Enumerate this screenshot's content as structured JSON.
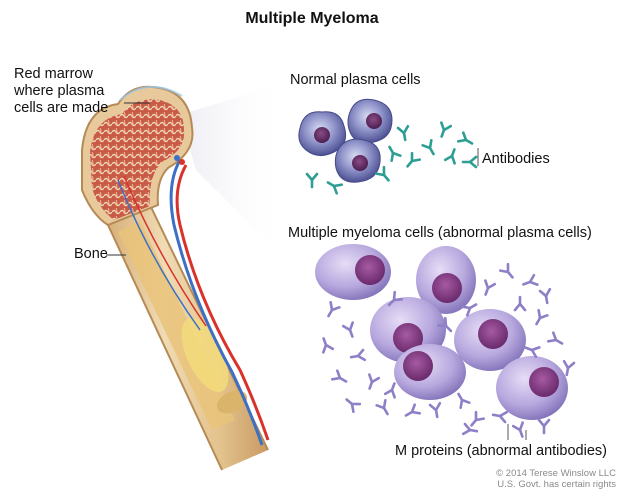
{
  "title": "Multiple Myeloma",
  "labels": {
    "red_marrow": "Red marrow where plasma cells are made",
    "bone": "Bone",
    "normal_plasma_cells": "Normal plasma cells",
    "antibodies": "Antibodies",
    "myeloma_cells": "Multiple myeloma cells (abnormal plasma cells)",
    "m_proteins": "M proteins (abnormal antibodies)"
  },
  "copyright": {
    "line1": "© 2014 Terese Winslow LLC",
    "line2": "U.S. Govt. has certain rights"
  },
  "colors": {
    "bone_tan": "#e6c89a",
    "marrow_red": "#b8483c",
    "artery": "#d9322b",
    "vein": "#3d6fc4",
    "normal_cell": "#6b6fae",
    "myeloma_cell": "#b6a6dc",
    "myeloma_nucleus": "#8a3e86",
    "antibody_teal": "#2e9e95",
    "m_protein": "#8e7fc6"
  }
}
